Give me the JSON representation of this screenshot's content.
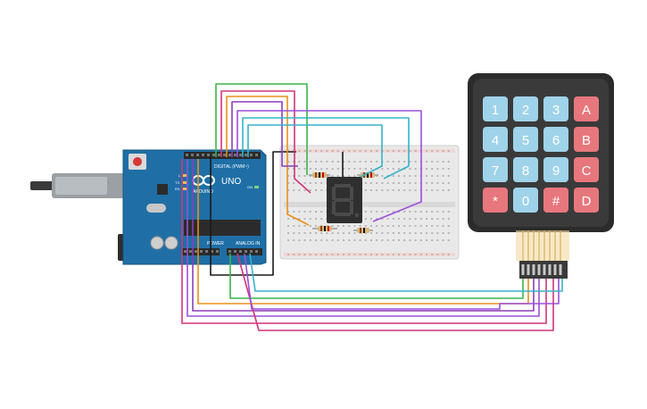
{
  "arduino": {
    "model_label": "UNO",
    "brand_label": "ARDUINO",
    "digital_label": "DIGITAL (PWM~)",
    "power_label": "POWER",
    "analog_label": "ANALOG IN",
    "tx_label": "TX",
    "rx_label": "RX",
    "l_label": "L",
    "on_label": "ON",
    "board_color": "#1f6fa6"
  },
  "keypad": {
    "keys": [
      "1",
      "2",
      "3",
      "A",
      "4",
      "5",
      "6",
      "B",
      "7",
      "8",
      "9",
      "C",
      "*",
      "0",
      "#",
      "D"
    ],
    "number_key_color": "#9fd3ea",
    "letter_key_color": "#e7777d",
    "body_color": "#2b2b2b"
  },
  "display": {
    "type": "7-segment display",
    "segment_color_off": "#4a4a4a"
  },
  "wire_colors": {
    "green": "#3cb44b",
    "orange": "#e8901c",
    "purple": "#8b3fb8",
    "cyan": "#36b3c9",
    "magenta": "#d4347a",
    "black": "#1a1a1a",
    "violet": "#9c4fd8"
  }
}
